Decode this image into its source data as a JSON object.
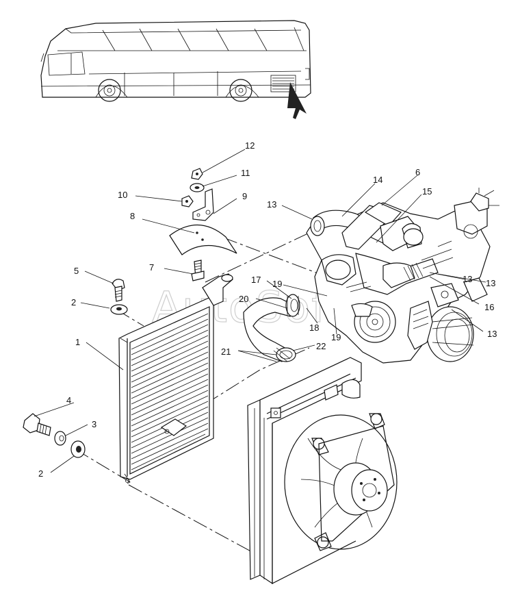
{
  "diagram": {
    "watermark": "AutoSoft",
    "callouts": [
      {
        "id": "c1",
        "text": "1"
      },
      {
        "id": "c2a",
        "text": "2"
      },
      {
        "id": "c2b",
        "text": "2"
      },
      {
        "id": "c3",
        "text": "3"
      },
      {
        "id": "c4",
        "text": "4"
      },
      {
        "id": "c5",
        "text": "5"
      },
      {
        "id": "c6",
        "text": "6"
      },
      {
        "id": "c7",
        "text": "7"
      },
      {
        "id": "c8",
        "text": "8"
      },
      {
        "id": "c9",
        "text": "9"
      },
      {
        "id": "c10",
        "text": "10"
      },
      {
        "id": "c11",
        "text": "11"
      },
      {
        "id": "c12",
        "text": "12"
      },
      {
        "id": "c13a",
        "text": "13"
      },
      {
        "id": "c13b",
        "text": "13"
      },
      {
        "id": "c13c",
        "text": "13"
      },
      {
        "id": "c13d",
        "text": "13"
      },
      {
        "id": "c14",
        "text": "14"
      },
      {
        "id": "c15",
        "text": "15"
      },
      {
        "id": "c16",
        "text": "16"
      },
      {
        "id": "c17",
        "text": "17"
      },
      {
        "id": "c18",
        "text": "18"
      },
      {
        "id": "c19a",
        "text": "19"
      },
      {
        "id": "c19b",
        "text": "19"
      },
      {
        "id": "c20",
        "text": "20"
      },
      {
        "id": "c21",
        "text": "21"
      },
      {
        "id": "c22",
        "text": "22"
      }
    ]
  }
}
